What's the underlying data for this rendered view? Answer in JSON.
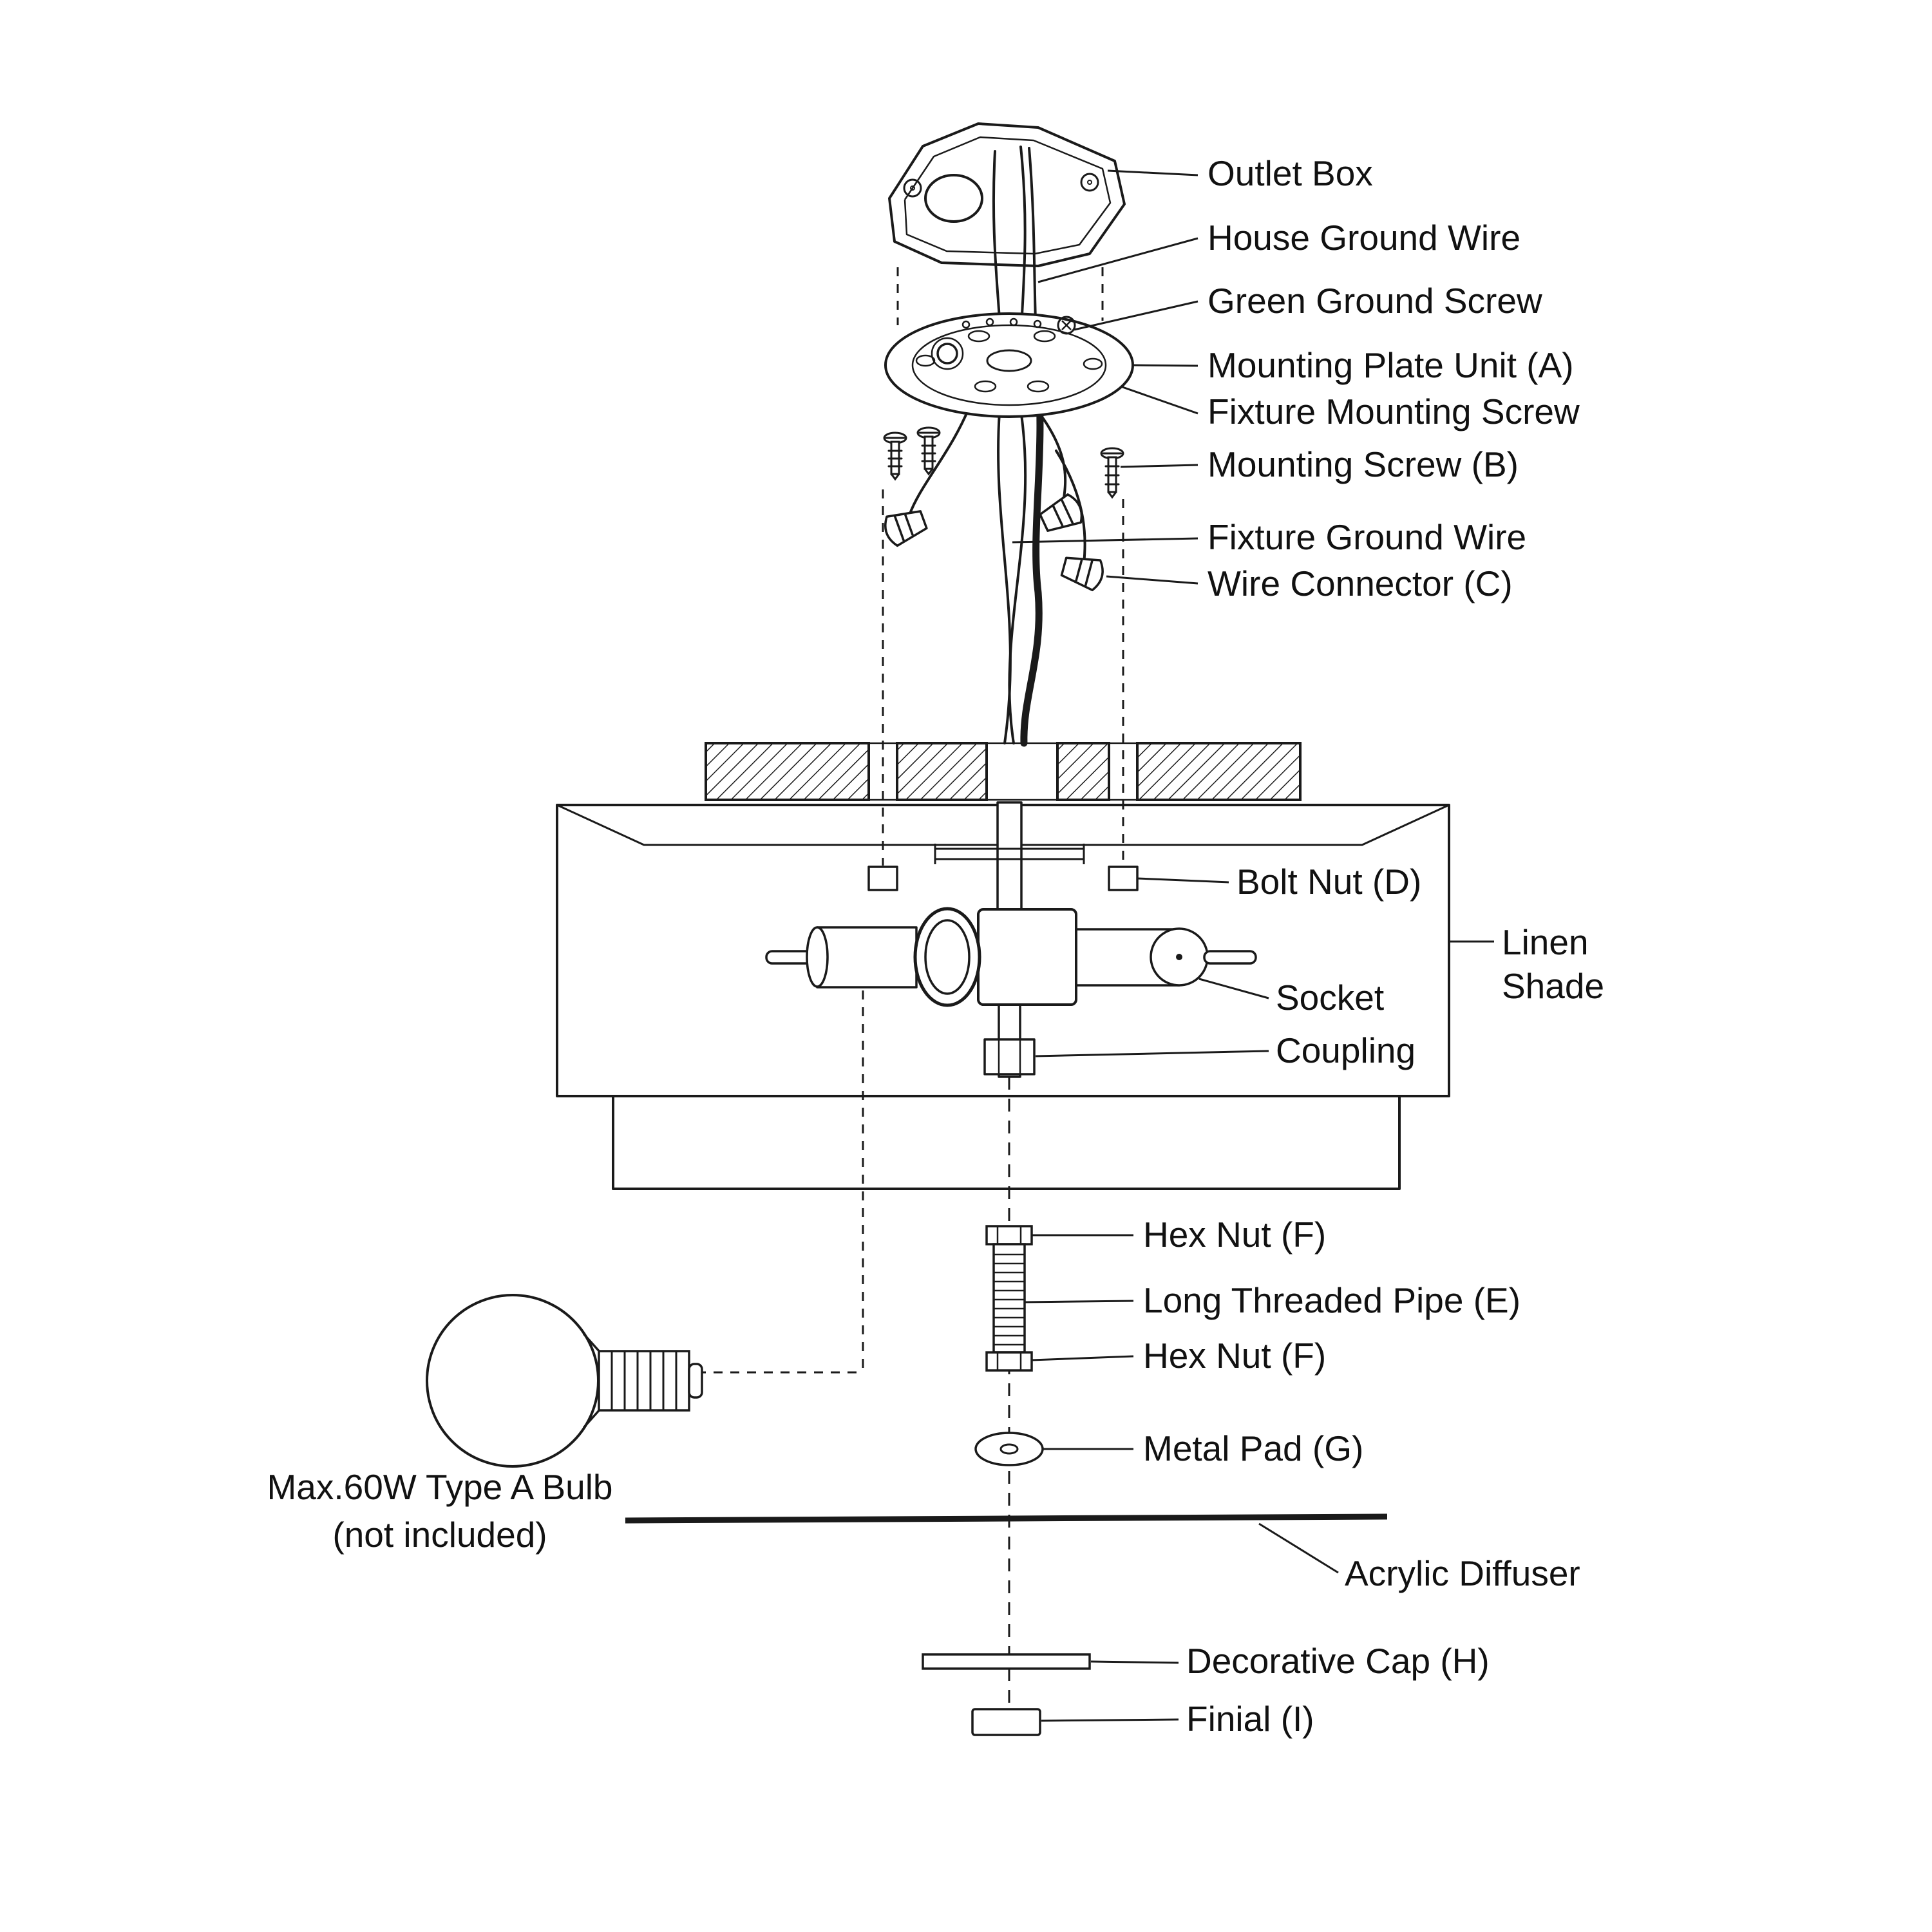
{
  "page": {
    "background": "#ffffff",
    "line_color": "#1a1a1a"
  },
  "diagram": {
    "labels": {
      "outlet_box": "Outlet Box",
      "house_ground_wire": "House Ground Wire",
      "green_ground_screw": "Green Ground Screw",
      "mounting_plate_unit": "Mounting Plate Unit (A)",
      "fixture_mounting_screw": "Fixture Mounting Screw",
      "mounting_screw_b": "Mounting Screw (B)",
      "fixture_ground_wire": "Fixture Ground Wire",
      "wire_connector_c": "Wire Connector (C)",
      "bolt_nut_d": "Bolt Nut (D)",
      "linen_shade_line1": "Linen",
      "linen_shade_line2": "Shade",
      "socket": "Socket",
      "coupling": "Coupling",
      "hex_nut_f_top": "Hex Nut (F)",
      "long_threaded_pipe_e": "Long Threaded Pipe (E)",
      "hex_nut_f_bottom": "Hex Nut (F)",
      "metal_pad_g": "Metal Pad (G)",
      "acrylic_diffuser": "Acrylic Diffuser",
      "decorative_cap_h": "Decorative Cap (H)",
      "finial_i": "Finial (I)",
      "bulb_note_line1": "Max.60W Type A Bulb",
      "bulb_note_line2": "(not included)"
    }
  }
}
